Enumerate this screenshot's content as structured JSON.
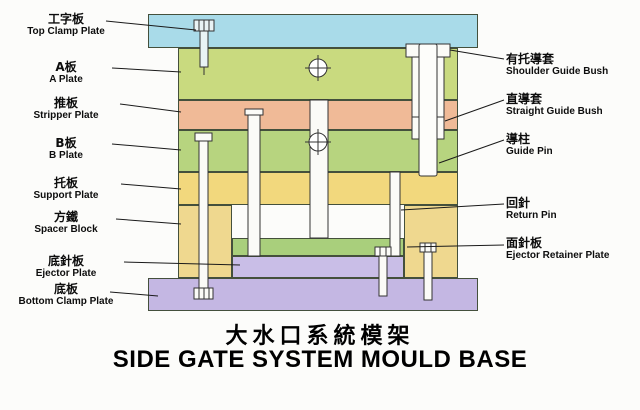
{
  "title": {
    "chinese": "大水口系統模架",
    "english": "SIDE GATE SYSTEM MOULD BASE"
  },
  "left_labels": [
    {
      "zh": "工字板",
      "en": "Top Clamp Plate"
    },
    {
      "zh": "A板",
      "en": "A Plate"
    },
    {
      "zh": "推板",
      "en": "Stripper Plate"
    },
    {
      "zh": "B板",
      "en": "B Plate"
    },
    {
      "zh": "托板",
      "en": "Support Plate"
    },
    {
      "zh": "方鐵",
      "en": "Spacer Block"
    },
    {
      "zh": "底針板",
      "en": "Ejector Plate"
    },
    {
      "zh": "底板",
      "en": "Bottom Clamp Plate"
    }
  ],
  "right_labels": [
    {
      "zh": "有托導套",
      "en": "Shoulder Guide Bush"
    },
    {
      "zh": "直導套",
      "en": "Straight Guide Bush"
    },
    {
      "zh": "導柱",
      "en": "Guide Pin"
    },
    {
      "zh": "回針",
      "en": "Return Pin"
    },
    {
      "zh": "面針板",
      "en": "Ejector Retainer Plate"
    }
  ],
  "colors": {
    "top_clamp_plate": "#a9dbe9",
    "a_plate": "#c9da7f",
    "stripper_plate": "#f0ba97",
    "b_plate": "#b7d47f",
    "support_plate": "#f2d87d",
    "spacer_block": "#efd88f",
    "ejector_retainer_plate": "#a9cf7c",
    "ejector_plate": "#c9bee7",
    "bottom_clamp_plate": "#c4b7e3",
    "pin_fill": "#fbfbf7",
    "line": "#1a1a1a"
  }
}
